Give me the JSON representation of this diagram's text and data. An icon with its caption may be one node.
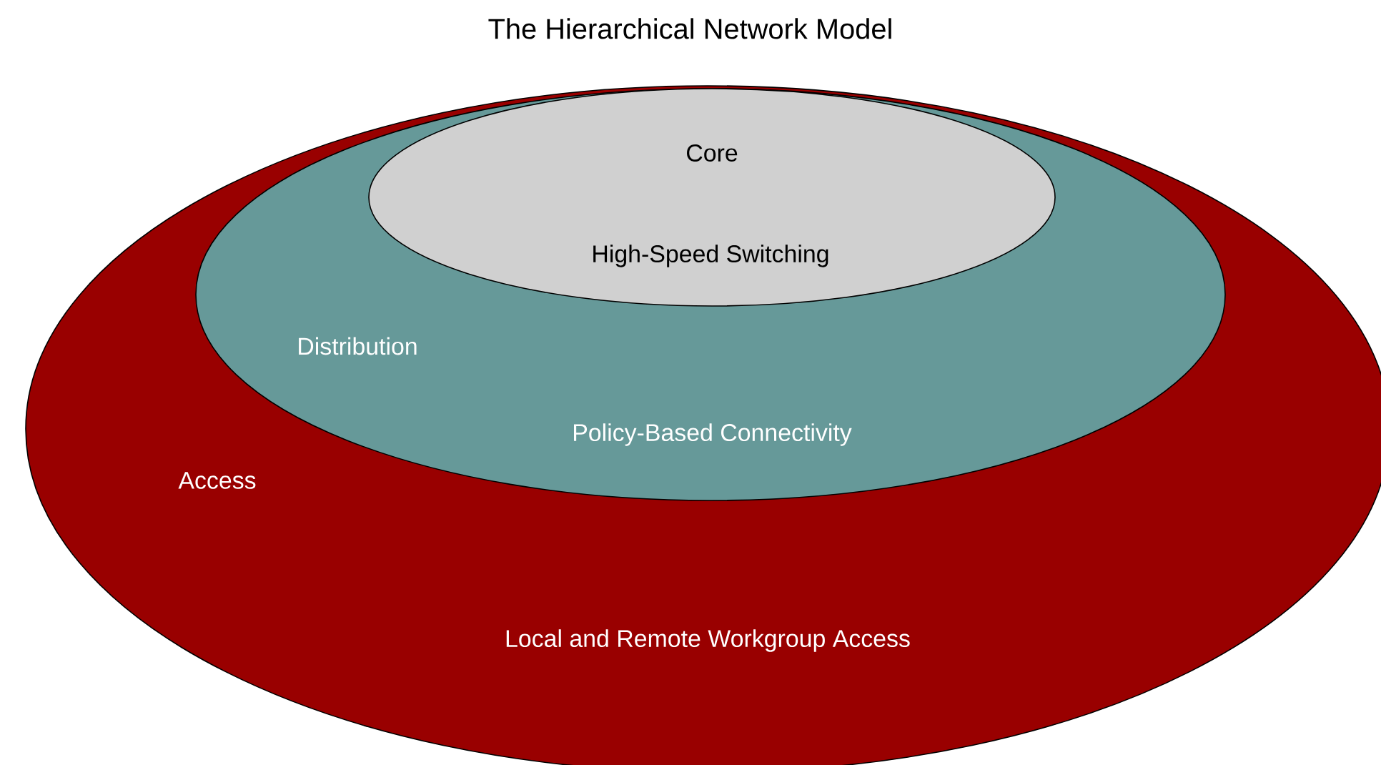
{
  "diagram": {
    "title": "The Hierarchical Network Model",
    "nodes": [
      {
        "text": [
          "Access",
          "Local and Remote Workgroup Access"
        ]
      },
      {
        "text": [
          "Distribution",
          "Policy-Based Connectivity"
        ],
        "in": 0
      },
      {
        "text": [
          "Core",
          "High-Speed Switching"
        ],
        "in": 1
      }
    ]
  }
}
